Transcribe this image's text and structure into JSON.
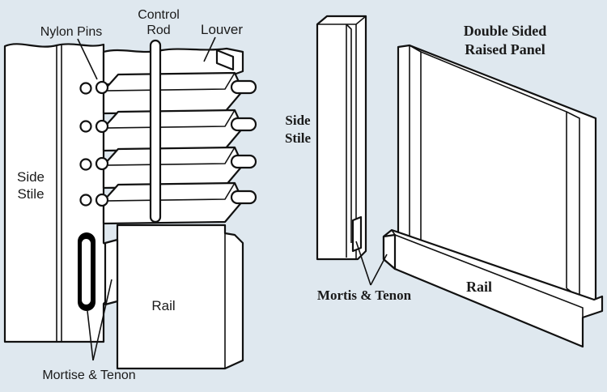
{
  "colors": {
    "background": "#dfe8ef",
    "fill": "#ffffff",
    "stroke": "#111111",
    "slot": "#000000"
  },
  "left_diagram": {
    "labels": {
      "nylon_pins": "Nylon Pins",
      "control_rod_line1": "Control",
      "control_rod_line2": "Rod",
      "louver": "Louver",
      "side_stile_line1": "Side",
      "side_stile_line2": "Stile",
      "rail": "Rail",
      "mortise_tenon": "Mortise & Tenon"
    },
    "louver_count": 4,
    "pin_count": 4
  },
  "right_diagram": {
    "labels": {
      "title_line1": "Double Sided",
      "title_line2": "Raised Panel",
      "side_stile_line1": "Side",
      "side_stile_line2": "Stile",
      "mortis_tenon": "Mortis & Tenon",
      "rail": "Rail"
    }
  }
}
